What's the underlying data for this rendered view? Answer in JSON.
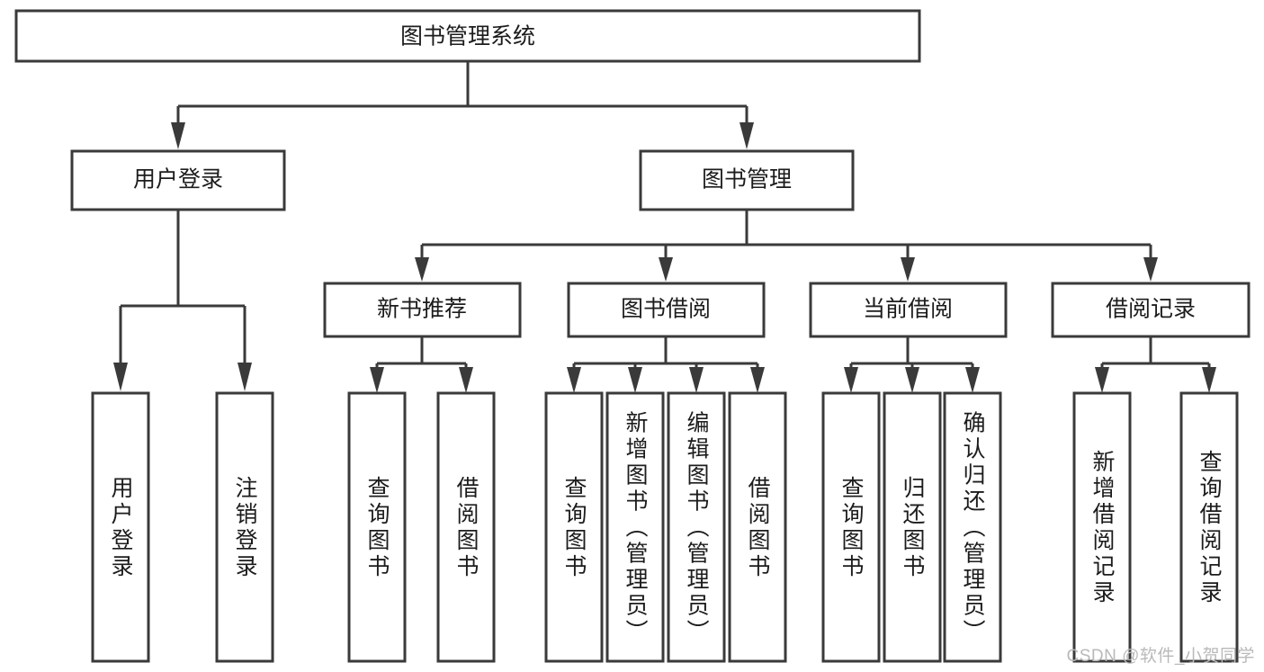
{
  "diagram": {
    "title": "图书管理系统",
    "type": "tree-hierarchy-chart",
    "orientation": "top-down",
    "colors": {
      "box_stroke": "#3a3a3a",
      "box_fill": "#ffffff",
      "connector": "#3a3a3a",
      "text": "#1c1c1c",
      "watermark": "#b9b9b9",
      "background": "#ffffff"
    },
    "root": {
      "label": "图书管理系统"
    },
    "level2": [
      {
        "label": "用户登录"
      },
      {
        "label": "图书管理"
      }
    ],
    "level3": [
      {
        "label": "新书推荐"
      },
      {
        "label": "图书借阅"
      },
      {
        "label": "当前借阅"
      },
      {
        "label": "借阅记录"
      }
    ],
    "leaves": {
      "user_login": [
        {
          "label": "用户登录"
        },
        {
          "label": "注销登录"
        }
      ],
      "new_book_recommend": [
        {
          "label": "查询图书"
        },
        {
          "label": "借阅图书"
        }
      ],
      "book_borrow": [
        {
          "label": "查询图书"
        },
        {
          "label": "新增图书（管理员）"
        },
        {
          "label": "编辑图书（管理员）"
        },
        {
          "label": "借阅图书"
        }
      ],
      "current_borrow": [
        {
          "label": "查询图书"
        },
        {
          "label": "归还图书"
        },
        {
          "label": "确认归还（管理员）"
        }
      ],
      "borrow_record": [
        {
          "label": "新增借阅记录"
        },
        {
          "label": "查询借阅记录"
        }
      ]
    }
  },
  "watermark": {
    "text": "CSDN @软件_小贺同学"
  }
}
